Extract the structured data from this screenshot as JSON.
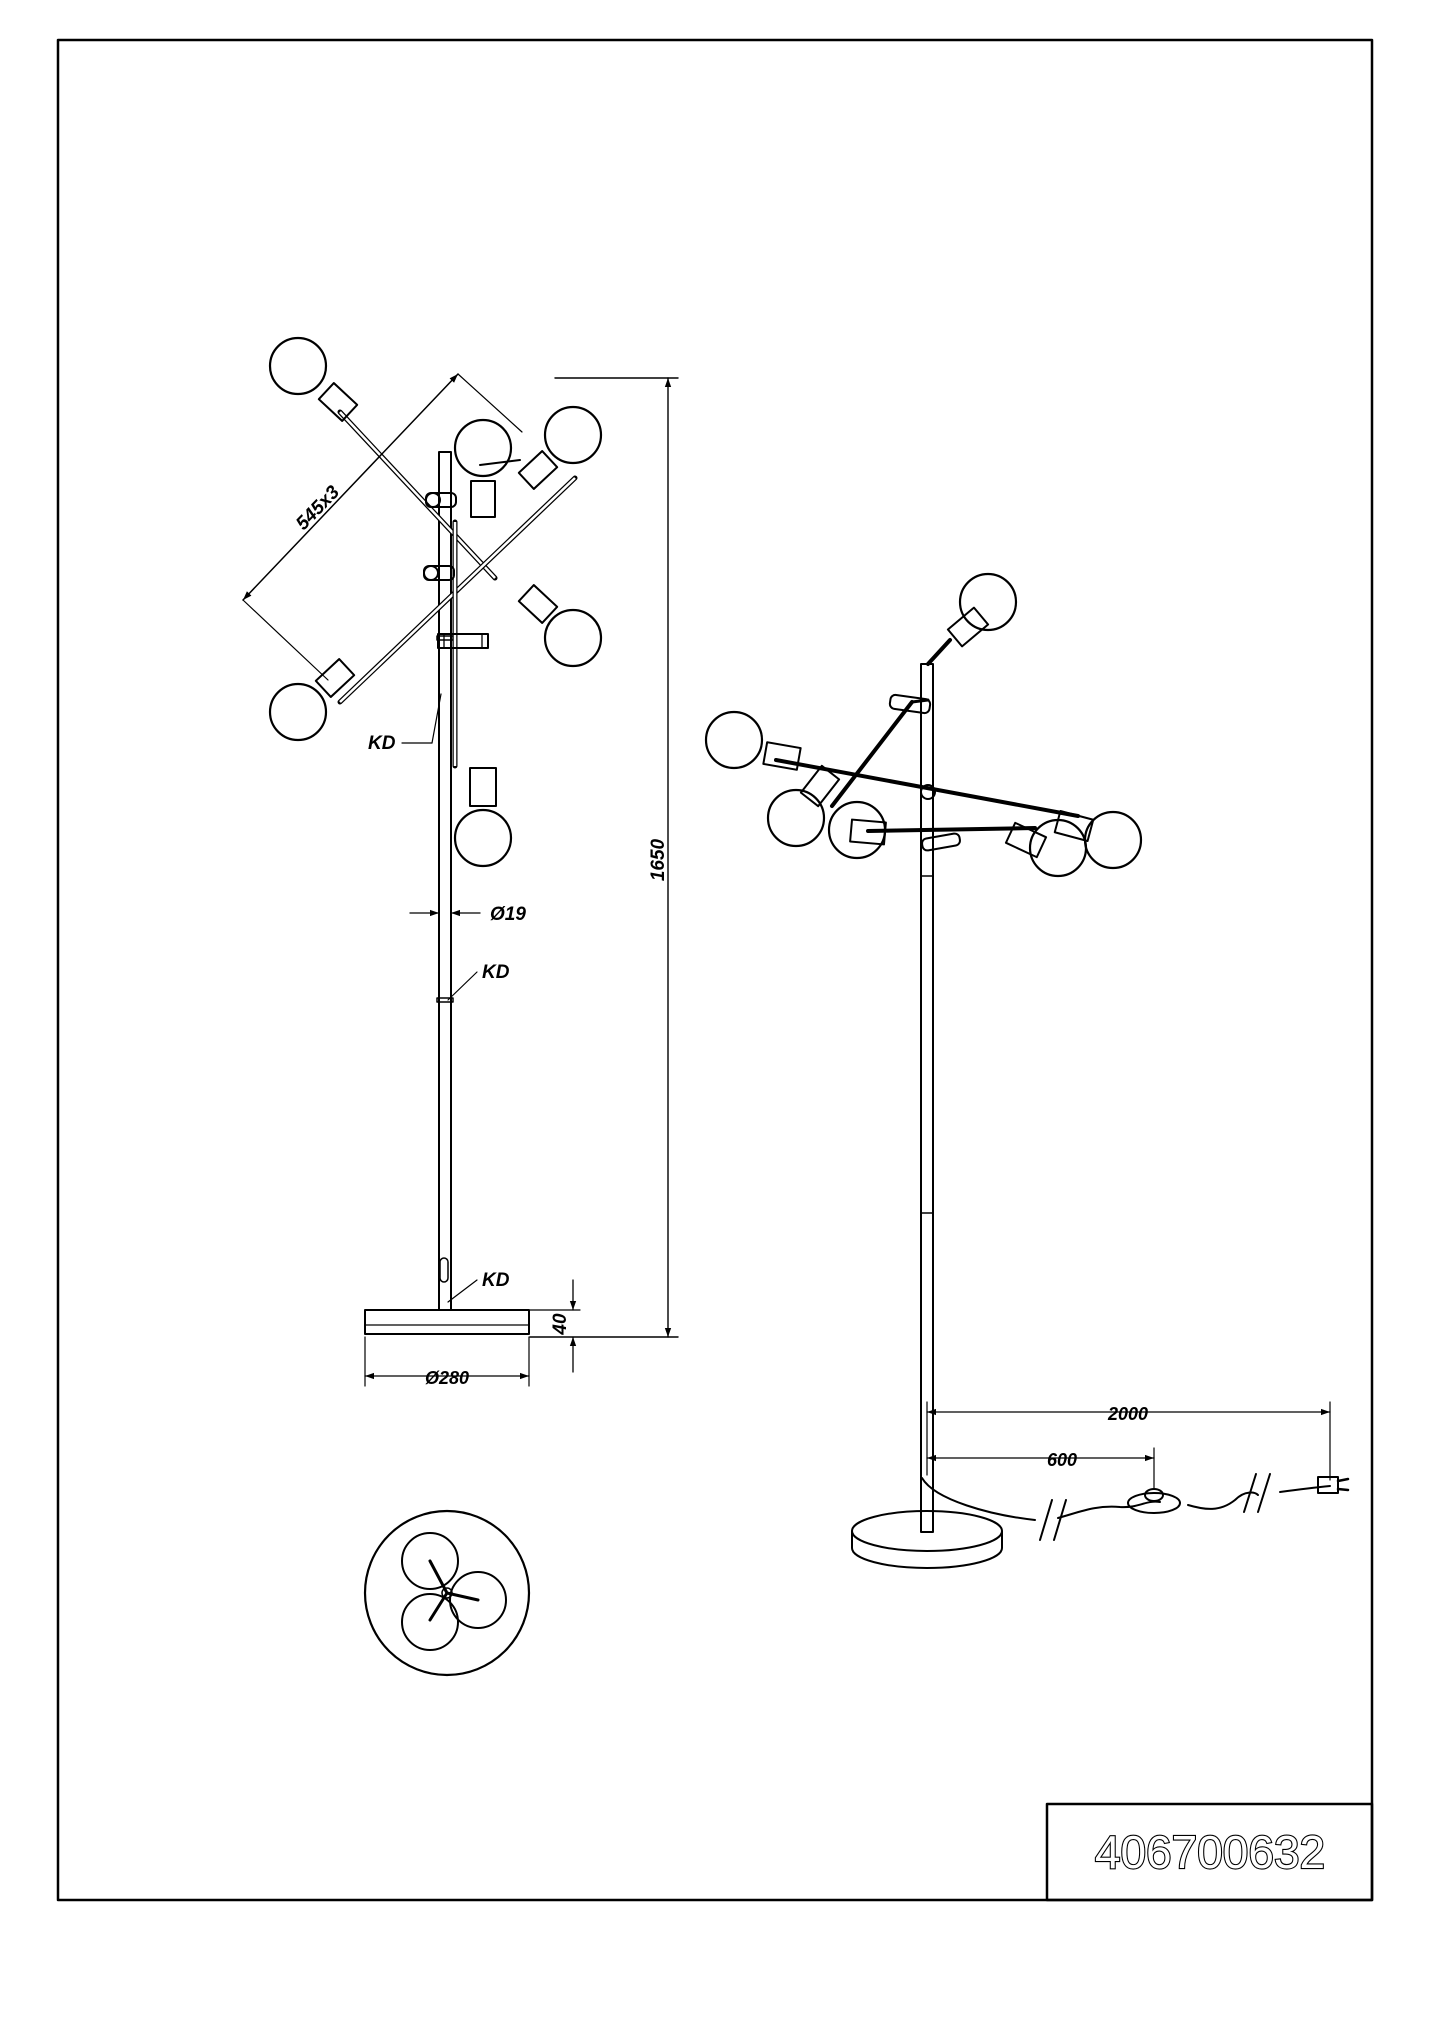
{
  "sheet": {
    "article_number": "406700632"
  },
  "dimensions": {
    "arm_length": "545x3",
    "height": "1650",
    "pole_diameter": "Ø19",
    "base_height": "40",
    "base_diameter": "Ø280",
    "cable_length": "2000",
    "switch_distance": "600"
  },
  "labels": {
    "kd_upper": "KD",
    "kd_middle": "KD",
    "kd_lower": "KD"
  },
  "colors": {
    "line": "#000000",
    "paper": "#ffffff"
  }
}
